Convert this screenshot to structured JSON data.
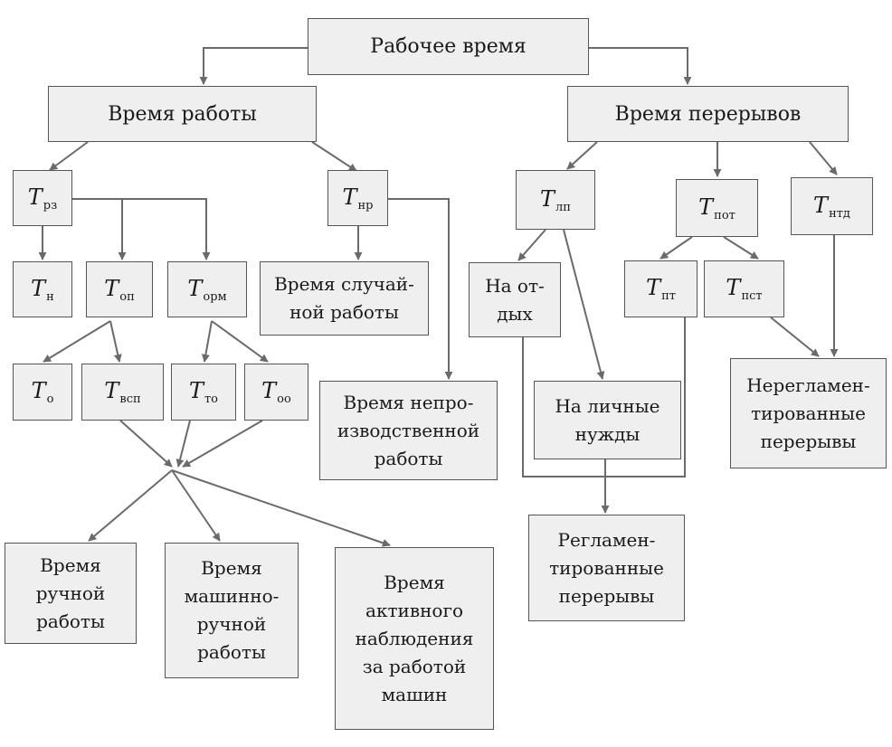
{
  "root": "Рабочее время",
  "work": {
    "title": "Время работы",
    "tpz": {
      "letter": "T",
      "sub": "рз"
    },
    "tn": {
      "letter": "T",
      "sub": "н"
    },
    "top": {
      "letter": "T",
      "sub": "оп"
    },
    "torm": {
      "letter": "T",
      "sub": "орм"
    },
    "tnr": {
      "letter": "T",
      "sub": "нр"
    },
    "to": {
      "letter": "T",
      "sub": "о"
    },
    "tvsp": {
      "letter": "T",
      "sub": "всп"
    },
    "tto": {
      "letter": "T",
      "sub": "то"
    },
    "too": {
      "letter": "T",
      "sub": "оо"
    },
    "random_work": "Время случай-\nной работы",
    "nonprod_work": "Время непро-\nизводственной\nработы",
    "manual_work": "Время\nручной\nработы",
    "machine_manual_work": "Время\nмашинно-\nручной\nработы",
    "active_observation": "Время\nактивного\nнаблюдения\nза работой\nмашин"
  },
  "breaks": {
    "title": "Время перерывов",
    "tlp": {
      "letter": "T",
      "sub": "лп"
    },
    "tpot": {
      "letter": "T",
      "sub": "пот"
    },
    "tntd": {
      "letter": "T",
      "sub": "нтд"
    },
    "tpt": {
      "letter": "T",
      "sub": "пт"
    },
    "tpst": {
      "letter": "T",
      "sub": "пст"
    },
    "rest": "На от-\nдых",
    "personal_needs": "На личные\nнужды",
    "regulated": "Регламен-\nтированные\nперерывы",
    "unregulated": "Нерегламен-\nтированные\nперерывы"
  },
  "colors": {
    "box_fill": "#efefef",
    "border": "#555555",
    "line": "#6a6a6a"
  }
}
